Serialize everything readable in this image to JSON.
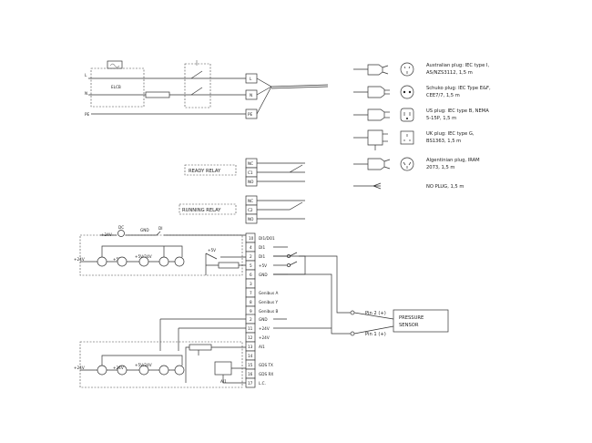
{
  "plugs": [
    {
      "label_lines": [
        "Australian plug: IEC type I,",
        "AS/NZS3112, 1,5 m"
      ]
    },
    {
      "label_lines": [
        "Schuko plug: IEC Type E&F,",
        "CEE7/7, 1,5 m"
      ]
    },
    {
      "label_lines": [
        "US plug: IEC type B, NEMA",
        "5-15P, 1,5 m"
      ]
    },
    {
      "label_lines": [
        "UK plug: IEC type G,",
        "BS1363, 1,5 m"
      ]
    },
    {
      "label_lines": [
        "Algentinian plug, IRAM",
        "2073, 1,5 m"
      ]
    },
    {
      "label_lines": [
        "NO PLUG, 1,5 m"
      ]
    }
  ],
  "power_section": {
    "line_labels": [
      "L",
      "N"
    ],
    "pe_label": "PE",
    "ctrl_block_label": "ELCB",
    "terminal_labels": [
      "L",
      "N",
      "PE"
    ]
  },
  "relays": [
    {
      "title": "READY RELAY",
      "terminals": [
        "NC",
        "C1",
        "NO"
      ]
    },
    {
      "title": "RUNNING RELAY",
      "terminals": [
        "NC",
        "C2",
        "NO"
      ]
    }
  ],
  "io_upper": {
    "terminal_numbers": [
      "10",
      "4",
      "2",
      "5",
      "6",
      "3",
      "7",
      "8",
      "9"
    ],
    "terminal_labels": [
      "DI1/DO1",
      "DI1",
      "DI1",
      "+5V",
      "GND",
      "",
      "Genibus A",
      "Genibus Y",
      "Genibus B"
    ]
  },
  "io_lower": {
    "terminal_numbers": [
      "2",
      "11",
      "12",
      "13",
      "14",
      "15",
      "16",
      "17"
    ],
    "terminal_labels": [
      "GND",
      "+24V",
      "+24V",
      "AI1",
      "",
      "GDS TX",
      "GDS RX",
      "L.C."
    ]
  },
  "io_misc": {
    "top_labels": [
      "DC",
      "GND",
      "DI"
    ],
    "left_labels": [
      "+24V",
      "+24V",
      "+5V",
      "+5V/24V"
    ],
    "bottom_left_labels": [
      "+24V",
      "+24V",
      "+5V/24V"
    ],
    "relay_mid_label": "+5V",
    "bottom_box_label": "AI1"
  },
  "sensor": {
    "title_lines": [
      "PRESSURE",
      "SENSOR"
    ],
    "pins": [
      "Pin 2 (+)",
      "Pin 1 (+)"
    ]
  }
}
